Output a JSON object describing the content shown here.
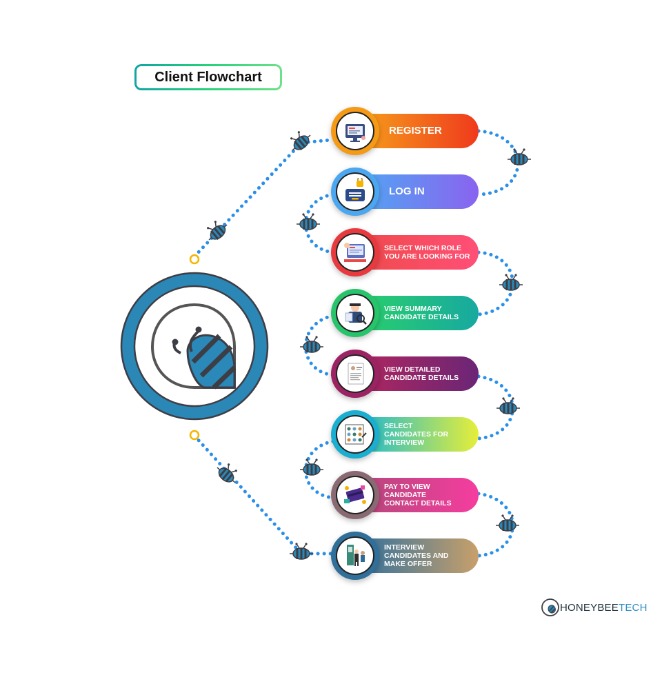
{
  "title": "Client Flowchart",
  "steps": [
    {
      "label": "REGISTER",
      "size": "big",
      "colors": [
        "#f7a21b",
        "#ef3a1c"
      ],
      "ring": "#f59a16",
      "icon": "computer-register-icon"
    },
    {
      "label": "LOG IN",
      "size": "big",
      "colors": [
        "#4fa8f2",
        "#8a63f0"
      ],
      "ring": "#4ba7f0",
      "icon": "padlock-login-icon"
    },
    {
      "label": "SELECT WHICH ROLE\nYOU ARE LOOKING FOR",
      "size": "small",
      "colors": [
        "#ef4a4a",
        "#ff4f77"
      ],
      "ring": "#e8393f",
      "icon": "role-selection-icon"
    },
    {
      "label": "VIEW SUMMARY\nCANDIDATE DETAILS",
      "size": "small",
      "colors": [
        "#2bd06a",
        "#17a9a0"
      ],
      "ring": "#27c46b",
      "icon": "candidate-magnifier-icon"
    },
    {
      "label": "VIEW DETAILED\nCANDIDATE DETAILS",
      "size": "small",
      "colors": [
        "#b2265f",
        "#6a2676"
      ],
      "ring": "#9c2363",
      "icon": "resume-document-icon"
    },
    {
      "label": "SELECT\nCANDIDATES FOR\nINTERVIEW",
      "size": "small",
      "colors": [
        "#17b7d5",
        "#e6ee3a"
      ],
      "ring": "#1aaed0",
      "icon": "candidate-grid-icon"
    },
    {
      "label": "PAY TO VIEW\nCANDIDATE\nCONTACT DETAILS",
      "size": "small",
      "colors": [
        "#b3487a",
        "#f53d9f"
      ],
      "ring": "#8a6a72",
      "icon": "payment-card-icon"
    },
    {
      "label": "INTERVIEW\nCANDIDATES AND\nMAKE OFFER",
      "size": "small",
      "colors": [
        "#2e6f9e",
        "#c8a06a"
      ],
      "ring": "#2f6f9a",
      "icon": "interview-people-icon"
    }
  ],
  "brand": {
    "part1": "HONEYBEE",
    "part2": "TECH"
  },
  "colors": {
    "dots": "#2a8fe8",
    "bee_stripe": "#2a89b8",
    "bee_dark": "#3d3d45",
    "hub_ring": "#2a87b6",
    "node_circle": "#f4b400"
  }
}
